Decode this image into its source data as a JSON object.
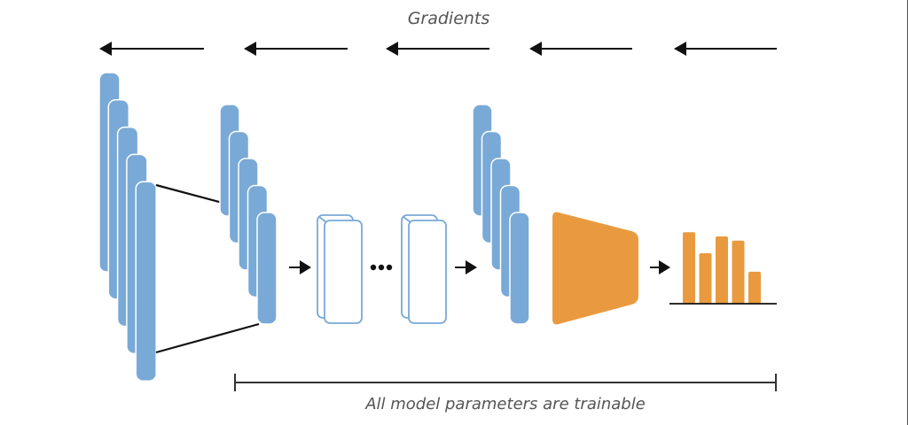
{
  "diagram": {
    "title_label": "Gradients",
    "caption": "All model parameters are trainable",
    "colors": {
      "feature_map": "#79a9d6",
      "feature_map_outline": "#79a9d6",
      "head": "#e99a3f",
      "output_bars": "#e99a3f",
      "arrow": "#111111",
      "text": "#555555"
    },
    "gradient_arrows": [
      {
        "direction": "left"
      },
      {
        "direction": "left"
      },
      {
        "direction": "left"
      },
      {
        "direction": "left"
      },
      {
        "direction": "left"
      }
    ],
    "stages": [
      {
        "name": "input-feature-maps",
        "type": "stack",
        "count": 5
      },
      {
        "name": "conv-layer-1-feature-maps",
        "type": "stack",
        "count": 5
      },
      {
        "name": "hidden-layer-block-1",
        "type": "outline-block"
      },
      {
        "name": "ellipsis",
        "type": "ellipsis",
        "text": "•••"
      },
      {
        "name": "hidden-layer-block-2",
        "type": "outline-block"
      },
      {
        "name": "last-hidden-feature-maps",
        "type": "stack",
        "count": 5
      },
      {
        "name": "classification-head",
        "type": "trapezoid"
      },
      {
        "name": "output-distribution",
        "type": "bars",
        "relative_values": [
          0.85,
          0.6,
          0.8,
          0.75,
          0.38
        ]
      }
    ]
  }
}
